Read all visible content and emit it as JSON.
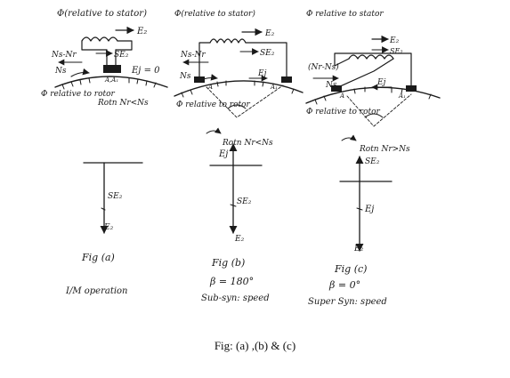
{
  "caption": "Fig: (a) ,(b) & (c)",
  "panels": [
    {
      "id": "a",
      "phi_stator": "Φ(relative to stator)",
      "e2": "E₂",
      "se2": "SE₂",
      "ns_nr": "Ns-Nr",
      "ns": "Ns",
      "ej_zero": "Ej = 0",
      "brush_label": "A,A₁",
      "phi_rotor": "Φ relative to rotor",
      "rotation": "Rotn Nr<Ns",
      "phasor_se2": "SE₂",
      "phasor_e2": "E₂",
      "fig_label": "Fig (a)",
      "mode": "I/M operation"
    },
    {
      "id": "b",
      "phi_stator": "Φ(relative to stator)",
      "e2": "E₂",
      "se2": "SE₂",
      "ns_nr": "Ns-Nr",
      "ns": "Ns",
      "ej": "Ej",
      "brush_a": "A",
      "brush_a1": "A₁",
      "phi_rotor": "Φ relative to rotor",
      "rotation": "Rotn Nr<Ns",
      "phasor_ej": "Ej",
      "phasor_se2": "SE₂",
      "phasor_e2": "E₂",
      "fig_label": "Fig (b)",
      "beta": "β = 180°",
      "mode": "Sub-syn: speed"
    },
    {
      "id": "c",
      "phi_stator": "Φ relative to stator",
      "e2": "E₂",
      "se2": "SE₂",
      "nr_ns": "(Nr-Ns)",
      "ns": "Ns",
      "ej": "Ej",
      "brush_a": "A",
      "brush_a1": "A₁",
      "phi_rotor": "Φ relative to rotor",
      "rotation": "Rotn Nr>Ns",
      "phasor_se2": "SE₂",
      "phasor_ej": "Ej",
      "phasor_e2": "E₂",
      "fig_label": "Fig (c)",
      "beta": "β = 0°",
      "mode": "Super Syn: speed"
    }
  ]
}
